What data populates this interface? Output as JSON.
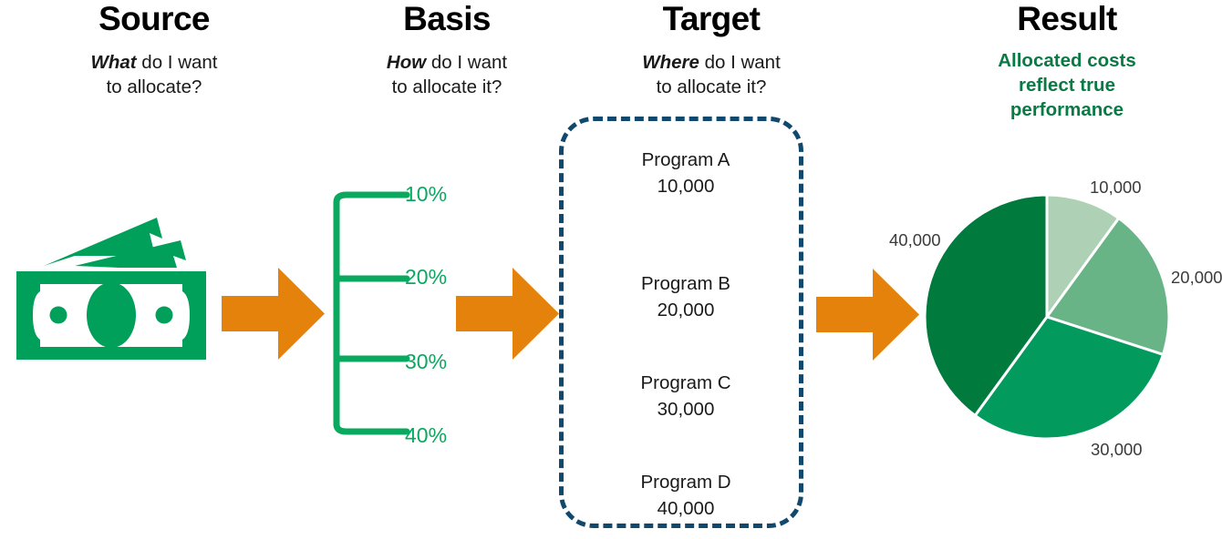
{
  "columns": [
    {
      "title": "Source",
      "question_em": "What",
      "question_rest": " do I want",
      "question_line2": "to allocate?"
    },
    {
      "title": "Basis",
      "question_em": "How",
      "question_rest": " do I want",
      "question_line2": "to allocate it?"
    },
    {
      "title": "Target",
      "question_em": "Where",
      "question_rest": " do I want",
      "question_line2": "to allocate it?"
    },
    {
      "title": "Result",
      "summary_line1": "Allocated costs",
      "summary_line2": "reflect true",
      "summary_line3": "performance"
    }
  ],
  "source": {
    "icon": "money-stack-icon"
  },
  "basis": {
    "percentages": [
      "10%",
      "20%",
      "30%",
      "40%"
    ]
  },
  "target": {
    "programs": [
      {
        "name": "Program A",
        "amount": "10,000"
      },
      {
        "name": "Program B",
        "amount": "20,000"
      },
      {
        "name": "Program C",
        "amount": "30,000"
      },
      {
        "name": "Program D",
        "amount": "40,000"
      }
    ]
  },
  "chart_data": {
    "type": "pie",
    "title": "Result",
    "labels": [
      "10,000",
      "20,000",
      "30,000",
      "40,000"
    ],
    "values": [
      10000,
      20000,
      30000,
      40000
    ],
    "percentages": [
      10,
      20,
      30,
      40
    ],
    "colors": [
      "#aed0b4",
      "#69b486",
      "#039a5d",
      "#007a3d"
    ],
    "legend": "none",
    "label_position": "outside",
    "start_angle_deg": 0,
    "direction": "clockwise",
    "slice_gap_color": "#ffffff"
  },
  "arrows": {
    "count": 3,
    "label": "flow-arrow"
  },
  "colors": {
    "brand_green": "#00a05a",
    "dark_green": "#007a3d",
    "heading_green": "#0a7a45",
    "bracket_green": "#0aa95f",
    "orange": "#e5820b",
    "navy_dashed": "#10496d",
    "text": "#1a1a1a"
  }
}
